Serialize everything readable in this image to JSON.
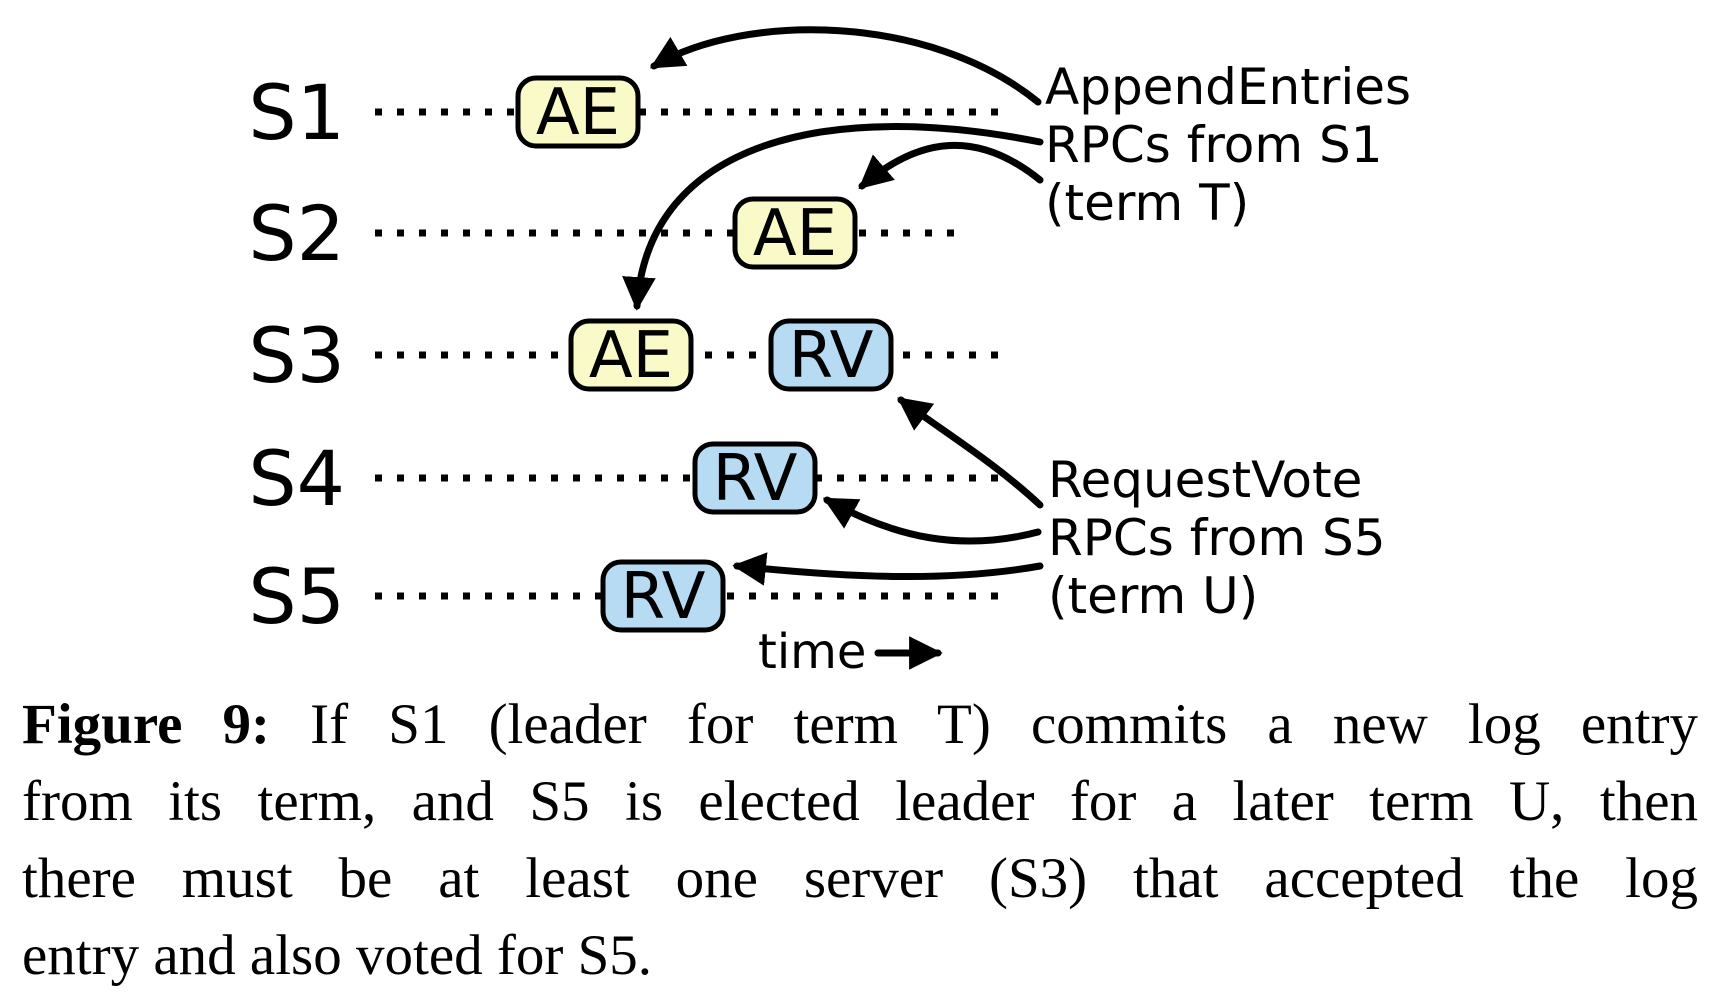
{
  "figure": {
    "servers": [
      {
        "id": "s1",
        "label": "S1"
      },
      {
        "id": "s2",
        "label": "S2"
      },
      {
        "id": "s3",
        "label": "S3"
      },
      {
        "id": "s4",
        "label": "S4"
      },
      {
        "id": "s5",
        "label": "S5"
      }
    ],
    "events": [
      {
        "server": "S1",
        "type": "AppendEntries",
        "label": "AE"
      },
      {
        "server": "S2",
        "type": "AppendEntries",
        "label": "AE"
      },
      {
        "server": "S3",
        "type": "AppendEntries",
        "label": "AE"
      },
      {
        "server": "S3",
        "type": "RequestVote",
        "label": "RV"
      },
      {
        "server": "S4",
        "type": "RequestVote",
        "label": "RV"
      },
      {
        "server": "S5",
        "type": "RequestVote",
        "label": "RV"
      }
    ],
    "annotations": {
      "append_entries": {
        "line1": "AppendEntries",
        "line2": "RPCs from S1",
        "line3": "(term T)"
      },
      "request_vote": {
        "line1": "RequestVote",
        "line2": "RPCs from S5",
        "line3": "(term U)"
      },
      "time_label": "time"
    },
    "colors": {
      "ae_fill": "#FAFAC8",
      "rv_fill": "#B6DBF2",
      "stroke": "#000000"
    }
  },
  "caption": {
    "prefix": "Figure 9:",
    "line1": "If S1 (leader for term T) commits a new log entry",
    "line2": "from its term, and S5 is elected leader for a later term U, then",
    "line3": "there must be at least one server (S3) that accepted the log",
    "line4": "entry and also voted for S5."
  }
}
